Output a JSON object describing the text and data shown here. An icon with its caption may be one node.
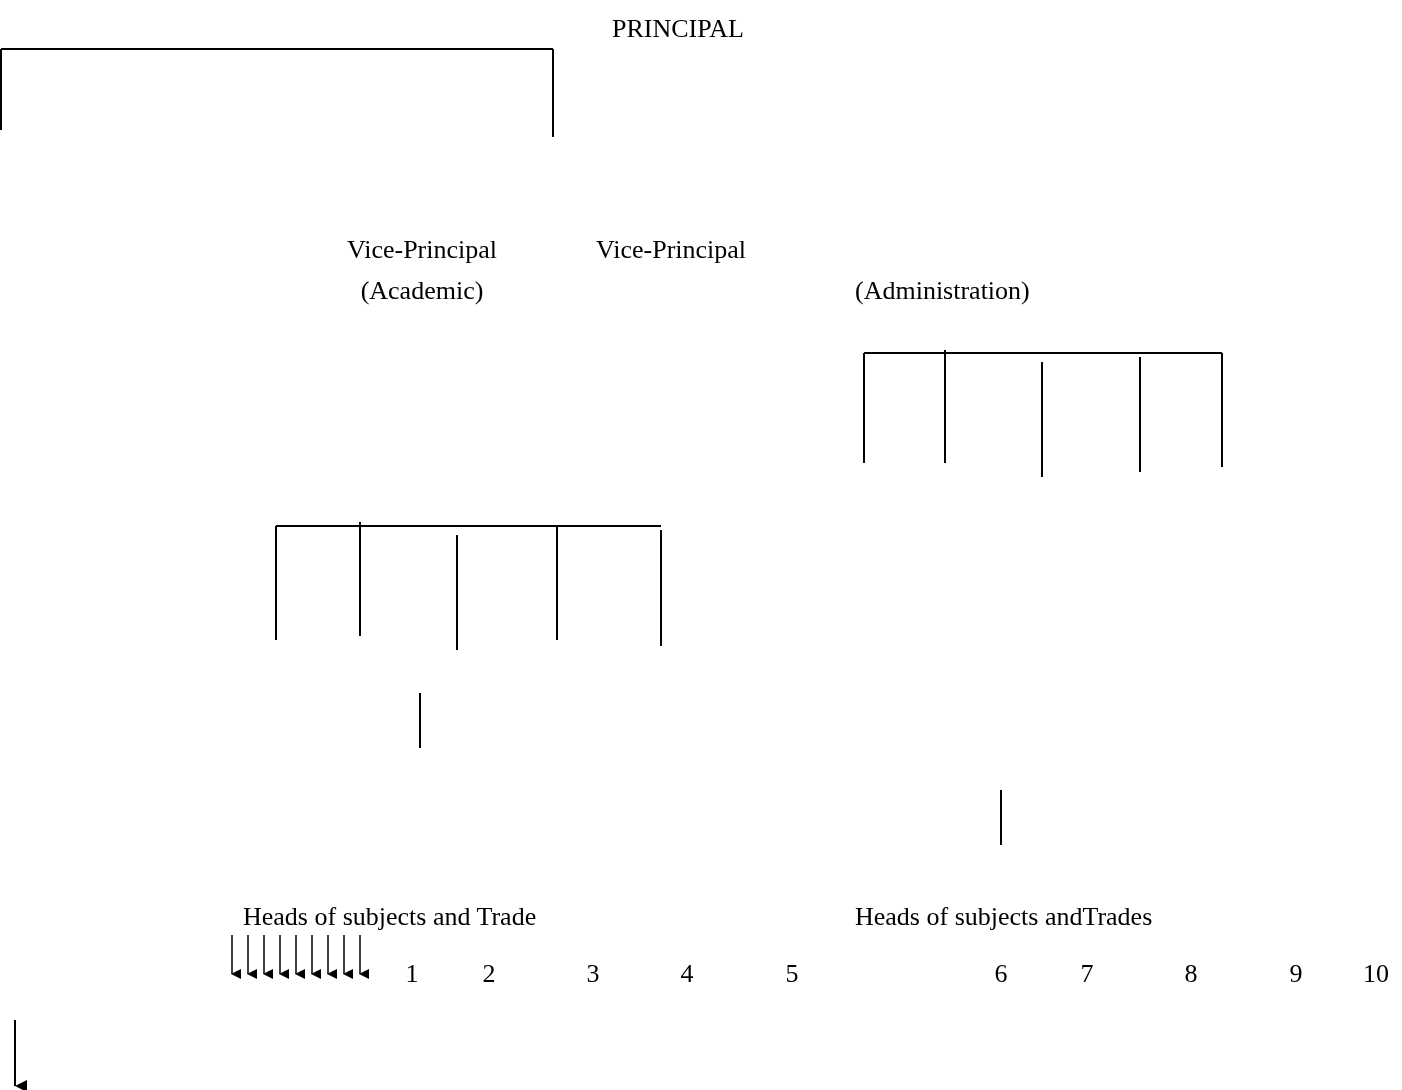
{
  "diagram": {
    "labels": [
      "PRINCIPAL",
      "Vice-Principal (Academic)",
      "Vice-Principal",
      "(Administration)",
      "Heads of subjects and Trade",
      "Heads of subjects andTrades",
      "1",
      "2",
      "3",
      "4",
      "5",
      "6",
      "7",
      "8",
      "9",
      "10"
    ]
  }
}
